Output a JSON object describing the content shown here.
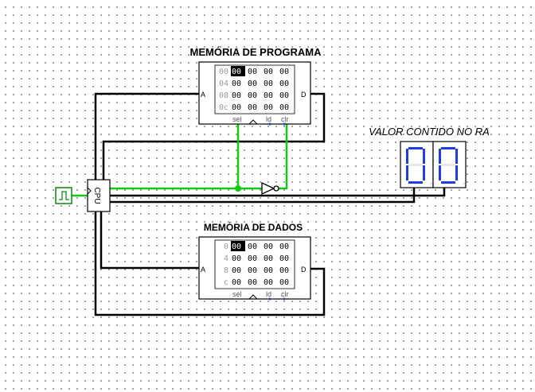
{
  "program_memory": {
    "title": "MEMÓRIA DE PROGRAMA",
    "rows": [
      {
        "addr": "00",
        "cells": [
          "00",
          "00",
          "00",
          "00"
        ]
      },
      {
        "addr": "04",
        "cells": [
          "00",
          "00",
          "00",
          "00"
        ]
      },
      {
        "addr": "08",
        "cells": [
          "00",
          "00",
          "00",
          "00"
        ]
      },
      {
        "addr": "0c",
        "cells": [
          "00",
          "00",
          "00",
          "00"
        ]
      }
    ],
    "pin_a": "A",
    "pin_d": "D",
    "pin_sel": "sel",
    "pin_ld": "ld",
    "pin_clr": "clr"
  },
  "data_memory": {
    "title": "MEMÓRIA DE DADOS",
    "rows": [
      {
        "addr": "0",
        "cells": [
          "00",
          "00",
          "00",
          "00"
        ]
      },
      {
        "addr": "4",
        "cells": [
          "00",
          "00",
          "00",
          "00"
        ]
      },
      {
        "addr": "8",
        "cells": [
          "00",
          "00",
          "00",
          "00"
        ]
      },
      {
        "addr": "c",
        "cells": [
          "00",
          "00",
          "00",
          "00"
        ]
      }
    ],
    "pin_a": "A",
    "pin_d": "D",
    "pin_sel": "sel",
    "pin_ld": "ld",
    "pin_clr": "clr"
  },
  "display": {
    "title": "VALOR CONTIDO NO RA",
    "digits": [
      "0",
      "0"
    ]
  },
  "cpu": {
    "label": "CPU"
  },
  "colors": {
    "wire_active": "#14c814",
    "wire": "#000000",
    "segment_on": "#1e3ce0",
    "selected_cell": "#000000",
    "clock_green": "#0a8a0a"
  },
  "icons": {
    "clock": "clock-source-icon",
    "inverter": "not-gate-icon"
  }
}
